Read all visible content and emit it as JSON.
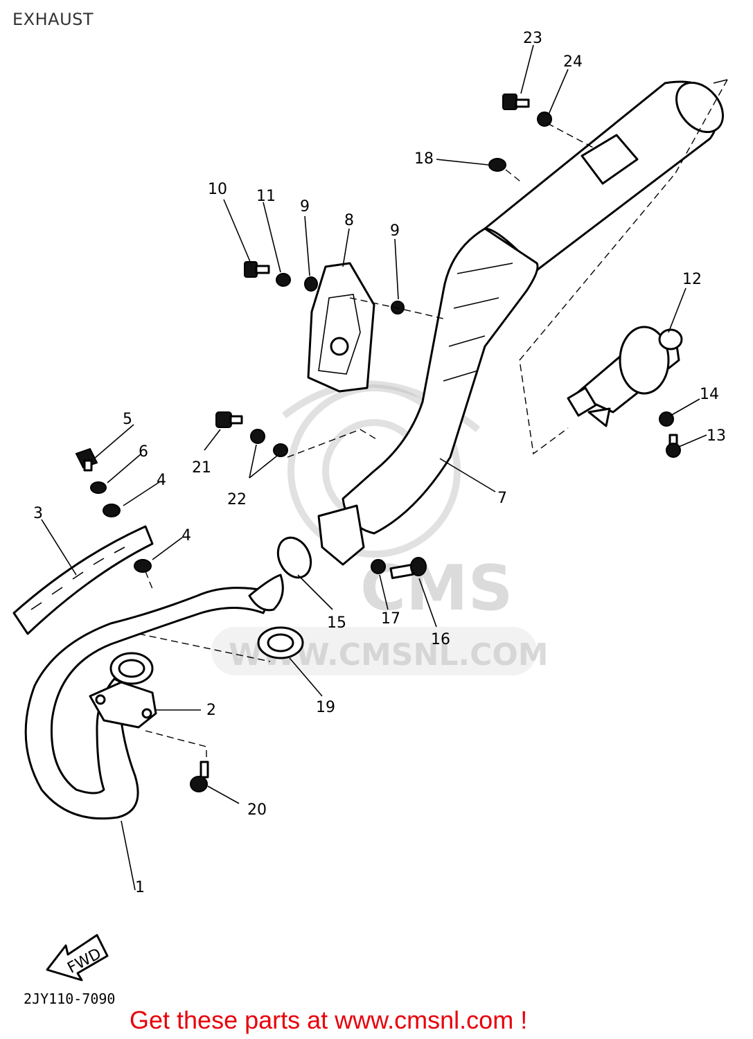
{
  "header": {
    "title": "EXHAUST"
  },
  "diagram": {
    "callouts": [
      {
        "id": "c1",
        "text": "1"
      },
      {
        "id": "c2",
        "text": "2"
      },
      {
        "id": "c3",
        "text": "3"
      },
      {
        "id": "c4a",
        "text": "4"
      },
      {
        "id": "c4b",
        "text": "4"
      },
      {
        "id": "c5",
        "text": "5"
      },
      {
        "id": "c6",
        "text": "6"
      },
      {
        "id": "c7",
        "text": "7"
      },
      {
        "id": "c8",
        "text": "8"
      },
      {
        "id": "c9a",
        "text": "9"
      },
      {
        "id": "c9b",
        "text": "9"
      },
      {
        "id": "c10",
        "text": "10"
      },
      {
        "id": "c11",
        "text": "11"
      },
      {
        "id": "c12",
        "text": "12"
      },
      {
        "id": "c13",
        "text": "13"
      },
      {
        "id": "c14",
        "text": "14"
      },
      {
        "id": "c15",
        "text": "15"
      },
      {
        "id": "c16",
        "text": "16"
      },
      {
        "id": "c17",
        "text": "17"
      },
      {
        "id": "c18",
        "text": "18"
      },
      {
        "id": "c19",
        "text": "19"
      },
      {
        "id": "c20",
        "text": "20"
      },
      {
        "id": "c21",
        "text": "21"
      },
      {
        "id": "c22",
        "text": "22"
      },
      {
        "id": "c23",
        "text": "23"
      },
      {
        "id": "c24",
        "text": "24"
      }
    ],
    "fwd_label": "FWD",
    "drawing_code": "2JY110-7090",
    "watermark": "WWW.CMSNL.COM",
    "watermark_logo": "CMS"
  },
  "footer": {
    "cta": "Get these parts at www.cmsnl.com !",
    "cta_color": "#e8000b"
  }
}
